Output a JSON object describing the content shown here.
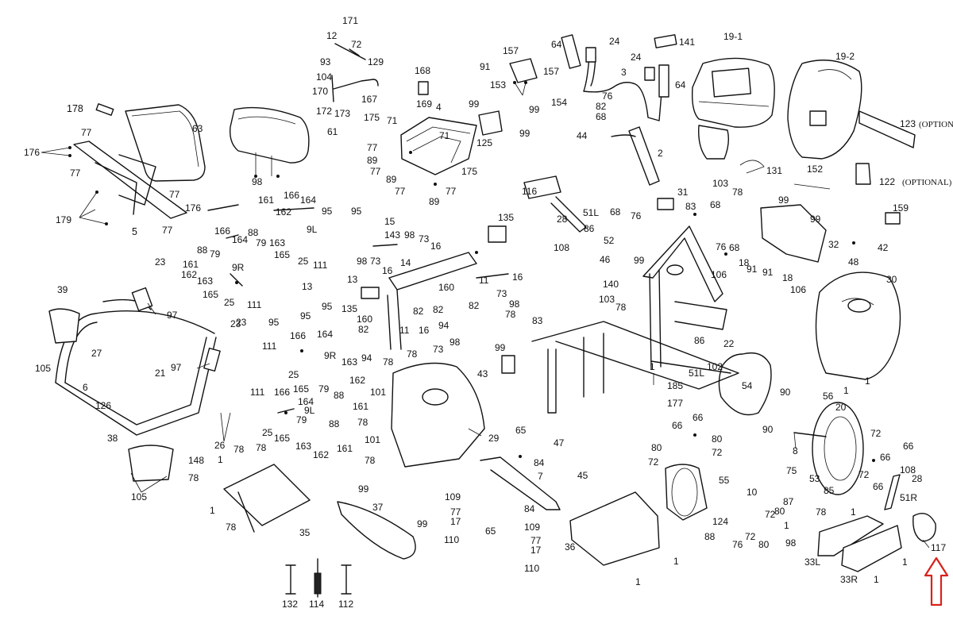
{
  "diagram": {
    "parts": [
      {
        "label": "171"
      },
      {
        "label": "12"
      },
      {
        "label": "72"
      },
      {
        "label": "93"
      },
      {
        "label": "129"
      },
      {
        "label": "104"
      },
      {
        "label": "167"
      },
      {
        "label": "170"
      },
      {
        "label": "172"
      },
      {
        "label": "173"
      },
      {
        "label": "178"
      },
      {
        "label": "63"
      },
      {
        "label": "176"
      },
      {
        "label": "77"
      },
      {
        "label": "179"
      },
      {
        "label": "5"
      },
      {
        "label": "61"
      },
      {
        "label": "98"
      },
      {
        "label": "168"
      },
      {
        "label": "169"
      },
      {
        "label": "4"
      },
      {
        "label": "175"
      },
      {
        "label": "71"
      },
      {
        "label": "89"
      },
      {
        "label": "99"
      },
      {
        "label": "125"
      },
      {
        "label": "91"
      },
      {
        "label": "157"
      },
      {
        "label": "153"
      },
      {
        "label": "154"
      },
      {
        "label": "64"
      },
      {
        "label": "24"
      },
      {
        "label": "141"
      },
      {
        "label": "3"
      },
      {
        "label": "76"
      },
      {
        "label": "82"
      },
      {
        "label": "68"
      },
      {
        "label": "44"
      },
      {
        "label": "2"
      },
      {
        "label": "19-1"
      },
      {
        "label": "19-2"
      },
      {
        "label": "123"
      },
      {
        "label": "(OPTIONAL)"
      },
      {
        "label": "131"
      },
      {
        "label": "152"
      },
      {
        "label": "122"
      },
      {
        "label": "(OPTIONAL)"
      },
      {
        "label": "166"
      },
      {
        "label": "164"
      },
      {
        "label": "161"
      },
      {
        "label": "162"
      },
      {
        "label": "9L"
      },
      {
        "label": "88"
      },
      {
        "label": "79"
      },
      {
        "label": "163"
      },
      {
        "label": "165"
      },
      {
        "label": "25"
      },
      {
        "label": "111"
      },
      {
        "label": "95"
      },
      {
        "label": "15"
      },
      {
        "label": "143"
      },
      {
        "label": "73"
      },
      {
        "label": "16"
      },
      {
        "label": "135"
      },
      {
        "label": "116"
      },
      {
        "label": "28"
      },
      {
        "label": "51L"
      },
      {
        "label": "86"
      },
      {
        "label": "52"
      },
      {
        "label": "108"
      },
      {
        "label": "31"
      },
      {
        "label": "103"
      },
      {
        "label": "78"
      },
      {
        "label": "83"
      },
      {
        "label": "159"
      },
      {
        "label": "42"
      },
      {
        "label": "48"
      },
      {
        "label": "32"
      },
      {
        "label": "9R"
      },
      {
        "label": "23"
      },
      {
        "label": "39"
      },
      {
        "label": "97"
      },
      {
        "label": "105"
      },
      {
        "label": "13"
      },
      {
        "label": "14"
      },
      {
        "label": "11"
      },
      {
        "label": "160"
      },
      {
        "label": "94"
      },
      {
        "label": "46"
      },
      {
        "label": "140"
      },
      {
        "label": "106"
      },
      {
        "label": "18"
      },
      {
        "label": "30"
      },
      {
        "label": "27"
      },
      {
        "label": "21"
      },
      {
        "label": "6"
      },
      {
        "label": "126"
      },
      {
        "label": "26"
      },
      {
        "label": "101"
      },
      {
        "label": "29"
      },
      {
        "label": "43"
      },
      {
        "label": "1"
      },
      {
        "label": "22"
      },
      {
        "label": "102"
      },
      {
        "label": "185"
      },
      {
        "label": "177"
      },
      {
        "label": "54"
      },
      {
        "label": "90"
      },
      {
        "label": "56"
      },
      {
        "label": "20"
      },
      {
        "label": "8"
      },
      {
        "label": "38"
      },
      {
        "label": "148"
      },
      {
        "label": "37"
      },
      {
        "label": "35"
      },
      {
        "label": "47"
      },
      {
        "label": "45"
      },
      {
        "label": "65"
      },
      {
        "label": "84"
      },
      {
        "label": "7"
      },
      {
        "label": "109"
      },
      {
        "label": "77"
      },
      {
        "label": "17"
      },
      {
        "label": "110"
      },
      {
        "label": "66"
      },
      {
        "label": "80"
      },
      {
        "label": "72"
      },
      {
        "label": "55"
      },
      {
        "label": "75"
      },
      {
        "label": "53"
      },
      {
        "label": "85"
      },
      {
        "label": "10"
      },
      {
        "label": "87"
      },
      {
        "label": "124"
      },
      {
        "label": "51R"
      },
      {
        "label": "33L"
      },
      {
        "label": "33R"
      },
      {
        "label": "117"
      },
      {
        "label": "36"
      },
      {
        "label": "132"
      },
      {
        "label": "114"
      },
      {
        "label": "112"
      }
    ]
  },
  "annotation": {
    "arrow": "up-arrow-icon",
    "color": "#d9221c"
  },
  "colors": {
    "line": "#111111",
    "background": "#ffffff"
  }
}
